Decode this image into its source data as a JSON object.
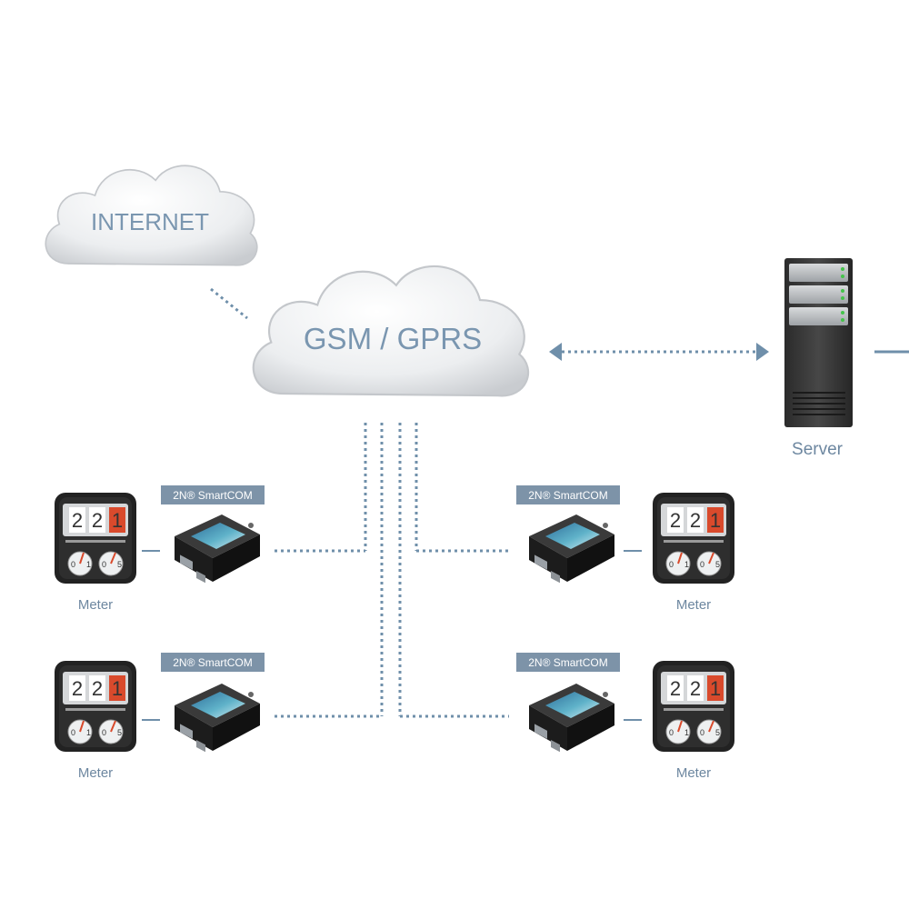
{
  "clouds": {
    "internet_label": "INTERNET",
    "network_label": "GSM / GPRS"
  },
  "server": {
    "label": "Server"
  },
  "devices": [
    {
      "badge": "2N® SmartCOM",
      "meter_label": "Meter",
      "meter_digits": [
        "2",
        "2",
        "1"
      ],
      "gauge_ticks": [
        "0",
        "1",
        "0",
        "5"
      ]
    },
    {
      "badge": "2N® SmartCOM",
      "meter_label": "Meter",
      "meter_digits": [
        "2",
        "2",
        "1"
      ],
      "gauge_ticks": [
        "0",
        "1",
        "0",
        "5"
      ]
    },
    {
      "badge": "2N® SmartCOM",
      "meter_label": "Meter",
      "meter_digits": [
        "2",
        "2",
        "1"
      ],
      "gauge_ticks": [
        "0",
        "1",
        "0",
        "5"
      ]
    },
    {
      "badge": "2N® SmartCOM",
      "meter_label": "Meter",
      "meter_digits": [
        "2",
        "2",
        "1"
      ],
      "gauge_ticks": [
        "0",
        "1",
        "0",
        "5"
      ]
    }
  ],
  "colors": {
    "line": "#6f8faa",
    "badge": "#7d93a8",
    "label_text": "#6d87a0",
    "cloud_text": "#7a96b0"
  }
}
